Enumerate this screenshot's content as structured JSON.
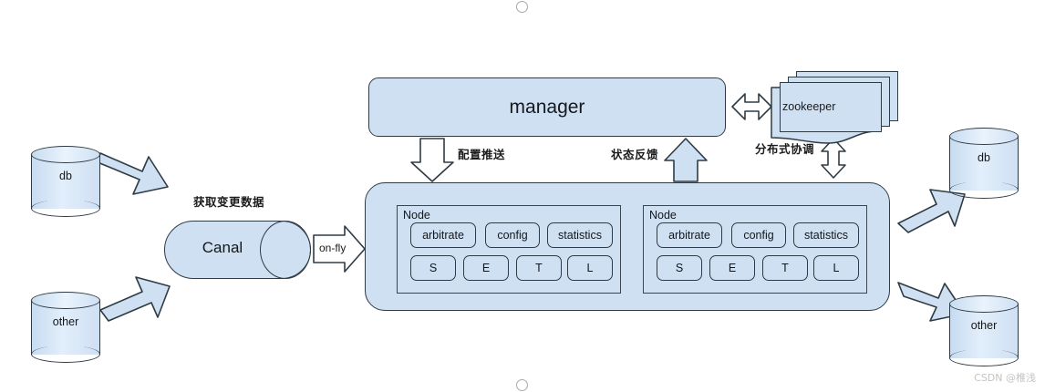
{
  "diagram": {
    "title": "Canal HA architecture",
    "colors": {
      "shape_fill": "#cfe0f3",
      "shape_stroke": "#2f3b44",
      "arrow_fill_blue": "#cfe0f3",
      "arrow_fill_white": "#ffffff",
      "canvas_bg": "#ffffff",
      "watermark": "#c3c3c3",
      "handle_stroke": "#a9a9a9"
    }
  },
  "manager": {
    "label": "manager"
  },
  "zookeeper": {
    "label": "zookeeper",
    "stack_count": 4
  },
  "node_container": {
    "nodes": [
      {
        "title": "Node",
        "services": [
          "arbitrate",
          "config",
          "statistics"
        ],
        "letters": [
          "S",
          "E",
          "T",
          "L"
        ]
      },
      {
        "title": "Node",
        "services": [
          "arbitrate",
          "config",
          "statistics"
        ],
        "letters": [
          "S",
          "E",
          "T",
          "L"
        ]
      }
    ]
  },
  "canal": {
    "label": "Canal",
    "caption": "获取变更数据",
    "out_arrow_label": "on-fly"
  },
  "sources": [
    {
      "label": "db"
    },
    {
      "label": "other"
    }
  ],
  "targets": [
    {
      "label": "db"
    },
    {
      "label": "other"
    }
  ],
  "edge_labels": {
    "config_push": "配置推送",
    "status_feedback": "状态反馈",
    "distributed_coordination": "分布式协调"
  },
  "handles": {
    "top": "resize-handle",
    "bottom": "resize-handle"
  },
  "watermark": {
    "text": "CSDN @椎浅"
  }
}
